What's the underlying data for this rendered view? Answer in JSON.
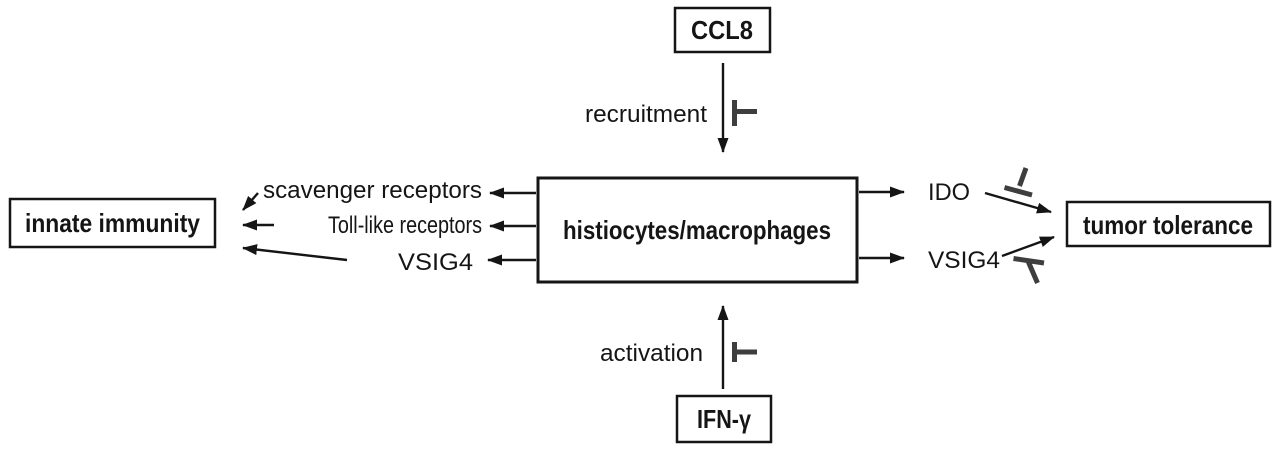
{
  "diagram": {
    "colors": {
      "ink": "#151515",
      "inhibitor": "#3e3e3e",
      "bg": "#ffffff"
    },
    "boxes": {
      "ccl8": "CCL8",
      "center": "histiocytes/macrophages",
      "innate_immunity": "innate immunity",
      "tumor_tolerance": "tumor tolerance",
      "ifn_gamma": "IFN-γ"
    },
    "labels": {
      "recruitment": "recruitment",
      "activation": "activation",
      "scavenger_receptors": "scavenger receptors",
      "toll_like_receptors": "Toll-like receptors",
      "vsig4_left": "VSIG4",
      "ido": "IDO",
      "vsig4_right": "VSIG4"
    }
  }
}
